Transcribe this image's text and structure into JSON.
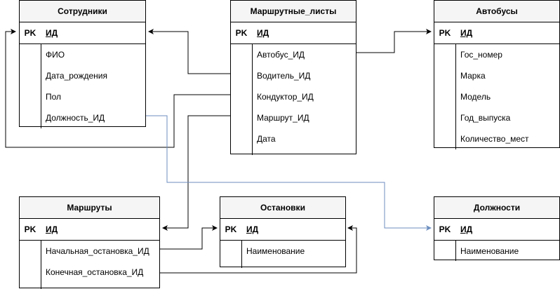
{
  "entities": {
    "employees": {
      "title": "Сотрудники",
      "pk_label": "PK",
      "pk": "ИД",
      "fields": [
        "ФИО",
        "Дата_рождения",
        "Пол",
        "Должность_ИД"
      ]
    },
    "route_sheets": {
      "title": "Маршрутные_листы",
      "pk_label": "PK",
      "pk": "ИД",
      "fields": [
        "Автобус_ИД",
        "Водитель_ИД",
        "Кондуктор_ИД",
        "Маршрут_ИД",
        "Дата"
      ]
    },
    "buses": {
      "title": "Автобусы",
      "pk_label": "PK",
      "pk": "ИД",
      "fields": [
        "Гос_номер",
        "Марка",
        "Модель",
        "Год_выпуска",
        "Количество_мест"
      ]
    },
    "routes": {
      "title": "Маршруты",
      "pk_label": "PK",
      "pk": "ИД",
      "fields": [
        "Начальная_остановка_ИД",
        "Конечная_остановка_ИД"
      ]
    },
    "stops": {
      "title": "Остановки",
      "pk_label": "PK",
      "pk": "ИД",
      "fields": [
        "Наименование"
      ]
    },
    "positions": {
      "title": "Должности",
      "pk_label": "PK",
      "pk": "ИД",
      "fields": [
        "Наименование"
      ]
    }
  },
  "colors": {
    "line": "#000000",
    "highlight_line": "#6c8ebf",
    "header_bg": "#f5f5f5"
  }
}
